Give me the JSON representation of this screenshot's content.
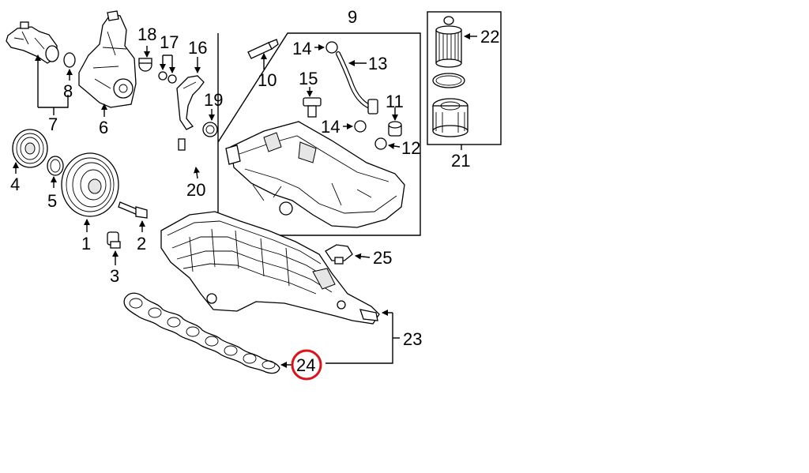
{
  "callouts": {
    "c1": "1",
    "c2": "2",
    "c3": "3",
    "c4": "4",
    "c5": "5",
    "c6": "6",
    "c7": "7",
    "c8": "8",
    "c9": "9",
    "c10": "10",
    "c11": "11",
    "c12": "12",
    "c13": "13",
    "c14a": "14",
    "c14b": "14",
    "c15": "15",
    "c16": "16",
    "c17": "17",
    "c18": "18",
    "c19": "19",
    "c20": "20",
    "c21": "21",
    "c22": "22",
    "c23": "23",
    "c24": "24",
    "c25": "25"
  },
  "colors": {
    "line": "#000000",
    "highlight_circle": "#d9141b",
    "background": "#ffffff"
  }
}
